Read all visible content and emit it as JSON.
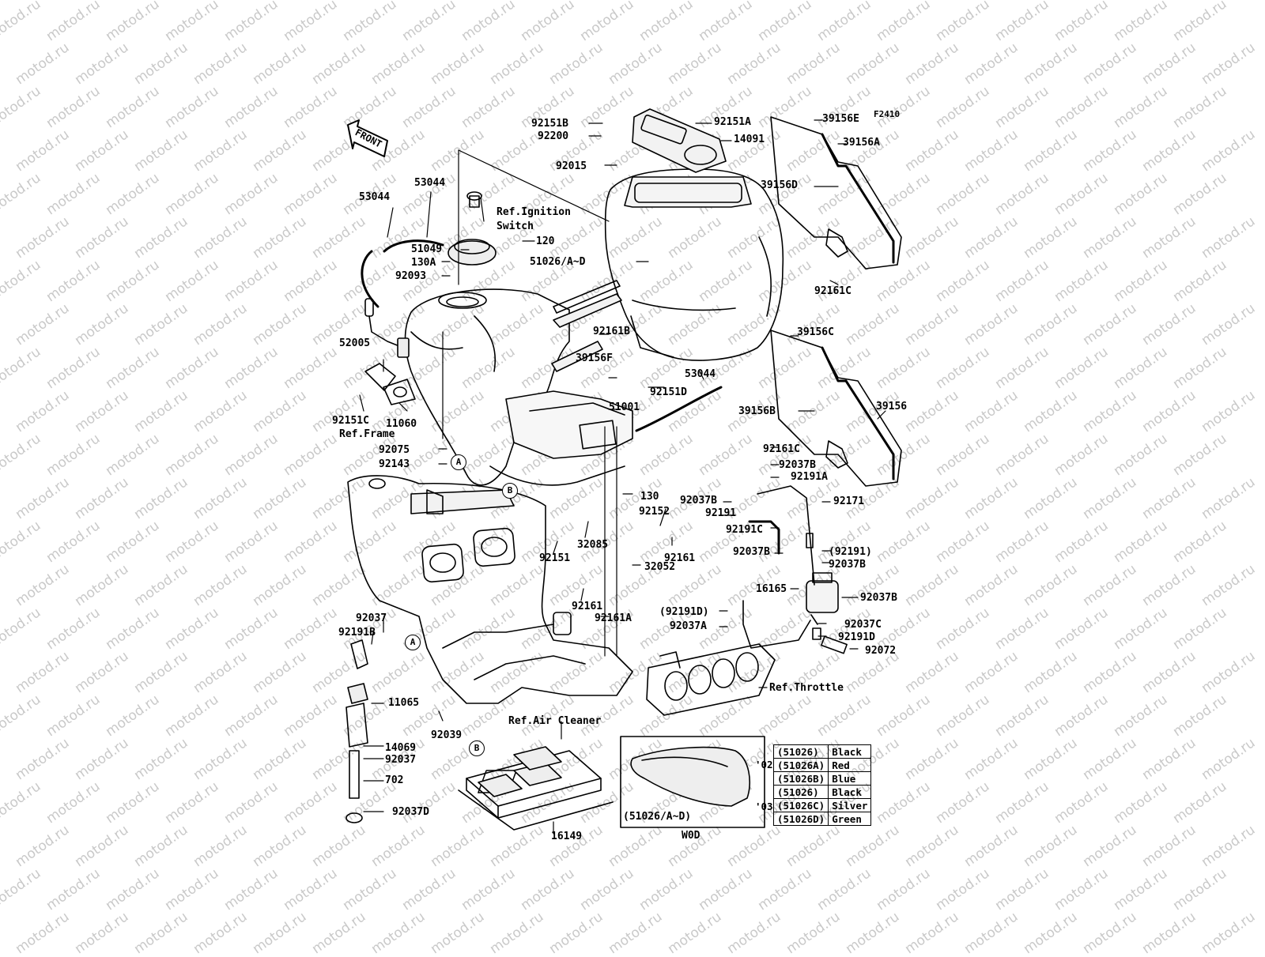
{
  "figure_code": "F2410",
  "front_arrow_text": "FRONT",
  "watermark_text": "motod.ru",
  "labels": [
    {
      "id": "92151B",
      "text": "92151B"
    },
    {
      "id": "92200",
      "text": "92200"
    },
    {
      "id": "92015",
      "text": "92015"
    },
    {
      "id": "92151A",
      "text": "92151A"
    },
    {
      "id": "14091",
      "text": "14091"
    },
    {
      "id": "39156E",
      "text": "39156E"
    },
    {
      "id": "39156A",
      "text": "39156A"
    },
    {
      "id": "39156D",
      "text": "39156D"
    },
    {
      "id": "92161C_top",
      "text": "92161C"
    },
    {
      "id": "53044_left",
      "text": "53044"
    },
    {
      "id": "53044_mid",
      "text": "53044"
    },
    {
      "id": "ref_ignition",
      "text": "Ref.Ignition"
    },
    {
      "id": "ref_switch",
      "text": "Switch"
    },
    {
      "id": "120",
      "text": "120"
    },
    {
      "id": "51049",
      "text": "51049"
    },
    {
      "id": "130A",
      "text": "130A"
    },
    {
      "id": "51026AD",
      "text": "51026/A~D"
    },
    {
      "id": "92093",
      "text": "92093"
    },
    {
      "id": "92161B",
      "text": "92161B"
    },
    {
      "id": "39156F",
      "text": "39156F"
    },
    {
      "id": "92151D",
      "text": "92151D"
    },
    {
      "id": "53044_right",
      "text": "53044"
    },
    {
      "id": "39156C",
      "text": "39156C"
    },
    {
      "id": "52005",
      "text": "52005"
    },
    {
      "id": "92151C",
      "text": "92151C"
    },
    {
      "id": "11060",
      "text": "11060"
    },
    {
      "id": "51001",
      "text": "51001"
    },
    {
      "id": "39156B",
      "text": "39156B"
    },
    {
      "id": "39156",
      "text": "39156"
    },
    {
      "id": "ref_frame",
      "text": "Ref.Frame"
    },
    {
      "id": "92075",
      "text": "92075"
    },
    {
      "id": "92143",
      "text": "92143"
    },
    {
      "id": "92161C_mid",
      "text": "92161C"
    },
    {
      "id": "92037B_1",
      "text": "92037B"
    },
    {
      "id": "92191A",
      "text": "92191A"
    },
    {
      "id": "130",
      "text": "130"
    },
    {
      "id": "92037B_2",
      "text": "92037B"
    },
    {
      "id": "92191",
      "text": "92191"
    },
    {
      "id": "92171",
      "text": "92171"
    },
    {
      "id": "92152",
      "text": "92152"
    },
    {
      "id": "92191C",
      "text": "92191C"
    },
    {
      "id": "32085",
      "text": "32085"
    },
    {
      "id": "92151",
      "text": "92151"
    },
    {
      "id": "92161_a",
      "text": "92161"
    },
    {
      "id": "92037B_3",
      "text": "92037B"
    },
    {
      "id": "92191_paren",
      "text": "(92191)"
    },
    {
      "id": "32052",
      "text": "32052"
    },
    {
      "id": "92037B_4",
      "text": "92037B"
    },
    {
      "id": "16165",
      "text": "16165"
    },
    {
      "id": "92037B_5",
      "text": "92037B"
    },
    {
      "id": "92161_b",
      "text": "92161"
    },
    {
      "id": "92161A",
      "text": "92161A"
    },
    {
      "id": "92191D_paren",
      "text": "(92191D)"
    },
    {
      "id": "92037A",
      "text": "92037A"
    },
    {
      "id": "92037C",
      "text": "92037C"
    },
    {
      "id": "92191D",
      "text": "92191D"
    },
    {
      "id": "92072",
      "text": "92072"
    },
    {
      "id": "92037",
      "text": "92037"
    },
    {
      "id": "92191B",
      "text": "92191B"
    },
    {
      "id": "ref_throttle",
      "text": "Ref.Throttle"
    },
    {
      "id": "11065",
      "text": "11065"
    },
    {
      "id": "92039",
      "text": "92039"
    },
    {
      "id": "ref_air_cleaner",
      "text": "Ref.Air Cleaner"
    },
    {
      "id": "14069",
      "text": "14069"
    },
    {
      "id": "92037_b",
      "text": "92037"
    },
    {
      "id": "702",
      "text": "702"
    },
    {
      "id": "92037D",
      "text": "92037D"
    },
    {
      "id": "16149",
      "text": "16149"
    }
  ],
  "ref_markers": [
    {
      "id": "A1",
      "text": "A"
    },
    {
      "id": "B1",
      "text": "B"
    },
    {
      "id": "A2",
      "text": "A"
    },
    {
      "id": "B2",
      "text": "B"
    }
  ],
  "color_table": {
    "part_caption": "(51026/A~D)",
    "footer": "W0D",
    "groups": [
      {
        "year": "'02",
        "rows": [
          {
            "part": "(51026)",
            "color": "Black"
          },
          {
            "part": "(51026A)",
            "color": "Red"
          },
          {
            "part": "(51026B)",
            "color": "Blue"
          }
        ]
      },
      {
        "year": "'03",
        "rows": [
          {
            "part": "(51026)",
            "color": "Black"
          },
          {
            "part": "(51026C)",
            "color": "Silver"
          },
          {
            "part": "(51026D)",
            "color": "Green"
          }
        ]
      }
    ]
  }
}
